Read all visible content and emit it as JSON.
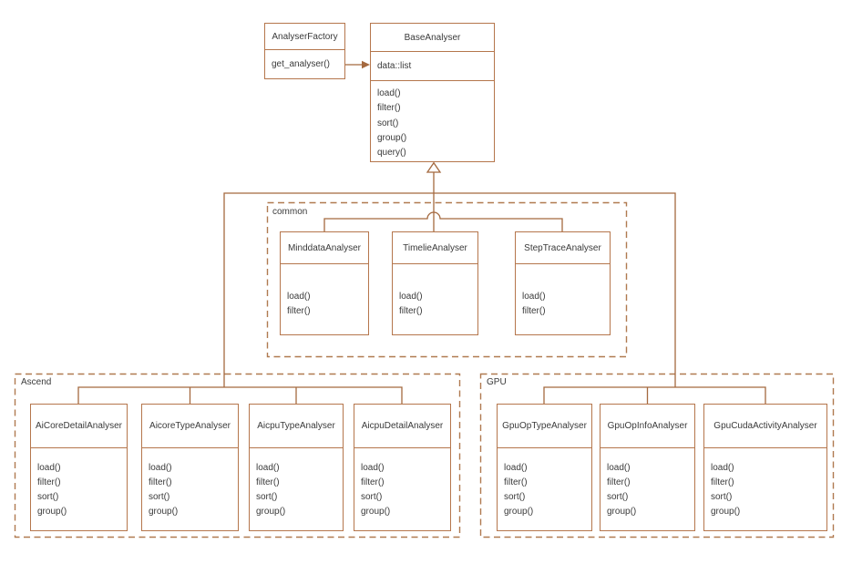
{
  "factory": {
    "name": "AnalyserFactory",
    "methods": [
      "get_analyser()"
    ]
  },
  "base": {
    "name": "BaseAnalyser",
    "attributes": [
      "data::list"
    ],
    "methods": [
      "load()",
      "filter()",
      "sort()",
      "group()",
      "query()"
    ]
  },
  "groups": [
    {
      "label": "common",
      "classes": [
        {
          "name": "MinddataAnalyser",
          "methods": [
            "load()",
            "filter()"
          ]
        },
        {
          "name": "TimelieAnalyser",
          "methods": [
            "load()",
            "filter()"
          ]
        },
        {
          "name": "StepTraceAnalyser",
          "methods": [
            "load()",
            "filter()"
          ]
        }
      ]
    },
    {
      "label": "Ascend",
      "classes": [
        {
          "name": "AiCoreDetailAnalyser",
          "methods": [
            "load()",
            "filter()",
            "sort()",
            "group()"
          ]
        },
        {
          "name": "AicoreTypeAnalyser",
          "methods": [
            "load()",
            "filter()",
            "sort()",
            "group()"
          ]
        },
        {
          "name": "AicpuTypeAnalyser",
          "methods": [
            "load()",
            "filter()",
            "sort()",
            "group()"
          ]
        },
        {
          "name": "AicpuDetailAnalyser",
          "methods": [
            "load()",
            "filter()",
            "sort()",
            "group()"
          ]
        }
      ]
    },
    {
      "label": "GPU",
      "classes": [
        {
          "name": "GpuOpTypeAnalyser",
          "methods": [
            "load()",
            "filter()",
            "sort()",
            "group()"
          ]
        },
        {
          "name": "GpuOpInfoAnalyser",
          "methods": [
            "load()",
            "filter()",
            "sort()",
            "group()"
          ]
        },
        {
          "name": "GpuCudaActivityAnalyser",
          "methods": [
            "load()",
            "filter()",
            "sort()",
            "group()"
          ]
        }
      ]
    }
  ],
  "colors": {
    "line": "#a4693f",
    "box_border": "#b5764c",
    "dashed_border": "#b07a50",
    "text": "#3a3a3a",
    "background": "#ffffff"
  }
}
